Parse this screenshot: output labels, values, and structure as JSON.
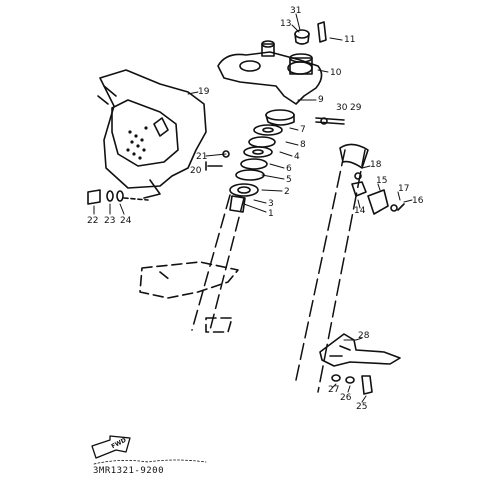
{
  "diagram": {
    "drawing_code": "3MR1321-9200",
    "fwd_arrow": "FWD",
    "ink_color": "#111111",
    "part_labels": [
      "31",
      "13",
      "11",
      "10",
      "9",
      "30",
      "29",
      "7",
      "8",
      "4",
      "6",
      "5",
      "2",
      "3",
      "1",
      "18",
      "15",
      "17",
      "16",
      "14",
      "19",
      "21",
      "20",
      "22",
      "23",
      "24",
      "28",
      "27",
      "26",
      "25"
    ]
  }
}
